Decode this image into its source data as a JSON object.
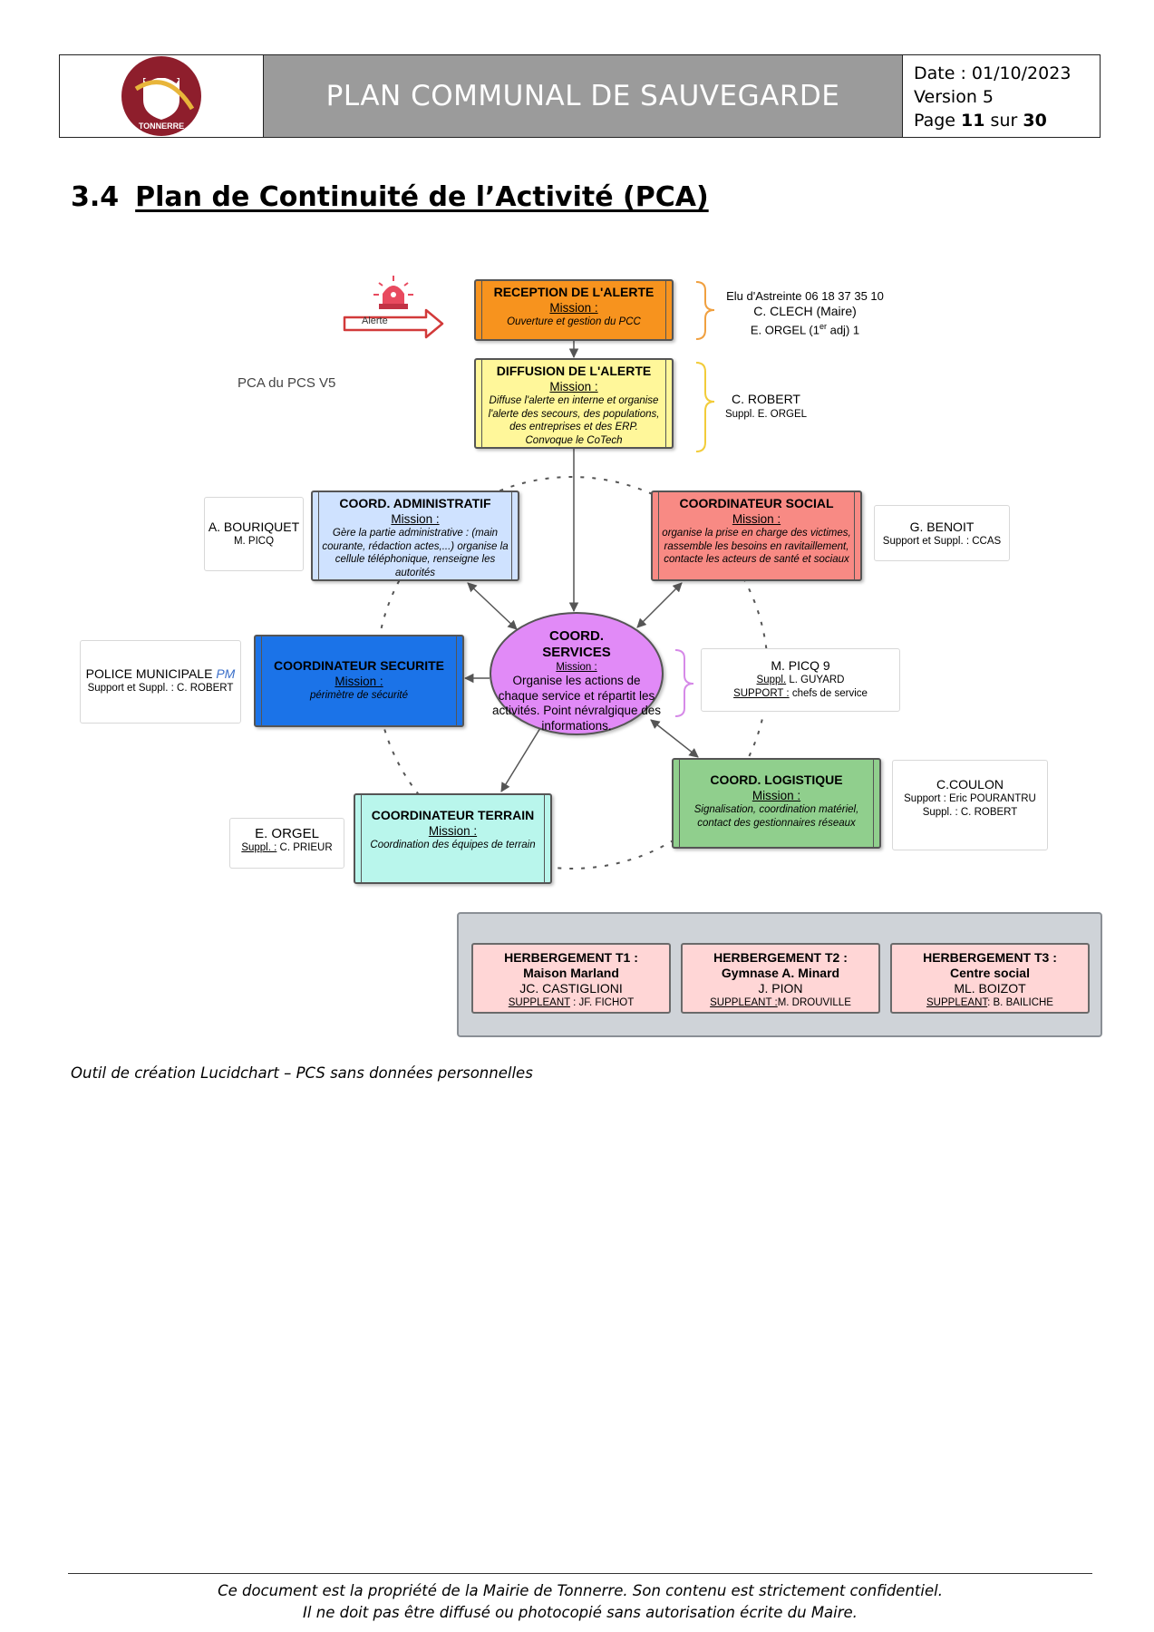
{
  "header": {
    "logo_text": "TONNERRE",
    "title": "PLAN COMMUNAL DE SAUVEGARDE",
    "date_line": "Date : 01/10/2023",
    "version_line": "Version 5",
    "page_prefix": "Page ",
    "page_current": "11",
    "page_mid": " sur ",
    "page_total": "30"
  },
  "section": {
    "number": "3.4",
    "title": "Plan de Continuité de l’Activité (PCA)"
  },
  "diagram": {
    "pca_label": "PCA du PCS V5",
    "alert_label": "Alerte",
    "reception": {
      "title": "RECEPTION DE L'ALERTE",
      "mission": "Mission :",
      "desc": "Ouverture et gestion du PCC"
    },
    "diffusion": {
      "title": "DIFFUSION DE L'ALERTE",
      "mission": "Mission :",
      "desc": "Diffuse l'alerte en interne et organise l'alerte des secours, des populations, des entreprises et des ERP. Convoque le CoTech"
    },
    "admin": {
      "title": "COORD. ADMINISTRATIF",
      "mission": "Mission :",
      "desc": "Gère la partie administrative : (main courante, rédaction actes,...) organise la cellule téléphonique, renseigne les autorités"
    },
    "social": {
      "title": "COORDINATEUR SOCIAL",
      "mission": "Mission :",
      "desc": "organise la prise en charge des victimes, rassemble les besoins en ravitaillement, contacte les acteurs de santé et sociaux"
    },
    "securite": {
      "title": "COORDINATEUR SECURITE",
      "mission": "Mission :",
      "desc": "périmètre de sécurité"
    },
    "services": {
      "title_1": "COORD.",
      "title_2": "SERVICES",
      "mission": "Mission :",
      "desc": "Organise les actions de chaque service et répartit les activités. Point névralgique des informations."
    },
    "terrain": {
      "title": "COORDINATEUR TERRAIN",
      "mission": "Mission :",
      "desc": "Coordination des équipes de terrain"
    },
    "logistique": {
      "title": "COORD. LOGISTIQUE",
      "mission": "Mission :",
      "desc": "Signalisation, coordination matériel, contact des gestionnaires réseaux"
    },
    "astreinte": {
      "line1": "Elu d'Astreinte 06 18 37 35 10",
      "line2": "C. CLECH (Maire)",
      "line3_a": "E. ORGEL (1",
      "line3_sup": "er",
      "line3_b": " adj) 1"
    },
    "robert": {
      "name": "C. ROBERT",
      "suppl": "Suppl. E. ORGEL"
    },
    "bouriquet": {
      "name": "A. BOURIQUET",
      "sub": "M. PICQ"
    },
    "benoit": {
      "name": "G. BENOIT",
      "sub": "Support et Suppl. : CCAS"
    },
    "police": {
      "name": "POLICE MUNICIPALE ",
      "name_pm": "PM",
      "sub": "Support et Suppl. : C. ROBERT"
    },
    "picq": {
      "name": "M. PICQ 9",
      "suppl_label": "Suppl.",
      "suppl_value": " L. GUYARD",
      "support_label": "SUPPORT :",
      "support_value": " chefs de service"
    },
    "coulon": {
      "name": "C.COULON",
      "support": "Support : Eric POURANTRU",
      "suppl": "Suppl. : C. ROBERT"
    },
    "orgel": {
      "name": "E. ORGEL",
      "suppl_label": "Suppl. :",
      "suppl_value": " C. PRIEUR"
    },
    "herbergement": [
      {
        "title": "HERBERGEMENT T1 :",
        "place": "Maison Marland",
        "person": "JC. CASTIGLIONI",
        "supp_label": "SUPPLEANT",
        "supp_value": " : JF. FICHOT"
      },
      {
        "title": "HERBERGEMENT T2 :",
        "place": "Gymnase A. Minard",
        "person": "J. PION",
        "supp_label": "SUPPLEANT :",
        "supp_value": "M. DROUVILLE"
      },
      {
        "title": "HERBERGEMENT T3 :",
        "place": "Centre social",
        "person": "ML. BOIZOT",
        "supp_label": "SUPPLEANT",
        "supp_value": ": B. BAILICHE"
      }
    ],
    "colors": {
      "reception": "#f7931e",
      "diffusion": "#fff79a",
      "admin": "#cfe2ff",
      "social": "#f88a84",
      "securite": "#1b73e8",
      "services": "#e18af7",
      "terrain": "#b9f6ec",
      "logistique": "#90cf8d",
      "hebergement": "#ffd6d6"
    }
  },
  "caption": "Outil de création Lucidchart – PCS sans données personnelles",
  "footer": {
    "line1": "Ce document est la propriété de la Mairie de Tonnerre. Son contenu est strictement confidentiel.",
    "line2": "Il ne doit pas être diffusé ou photocopié sans autorisation écrite du Maire."
  }
}
